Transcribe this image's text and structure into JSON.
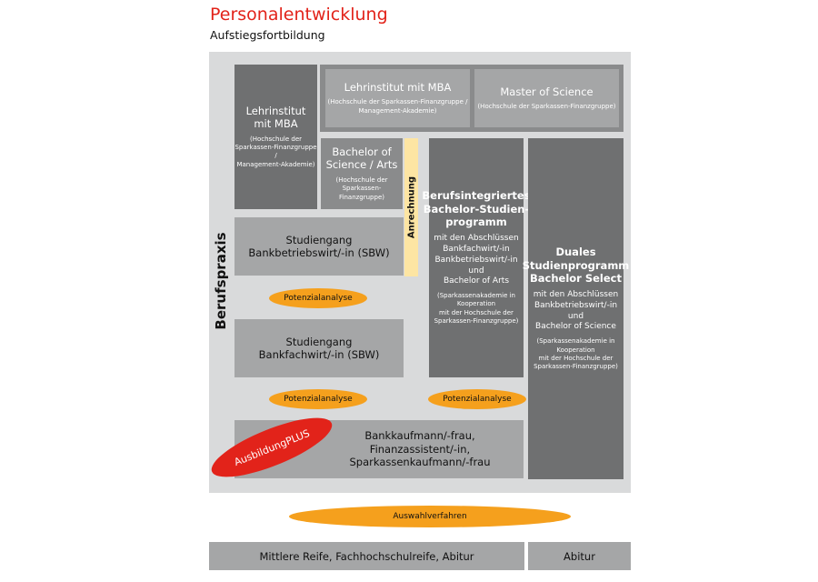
{
  "header": {
    "title": "Personalentwicklung",
    "subtitle": "Aufstiegsfortbildung"
  },
  "side_label": "Berufspraxis",
  "boxes": {
    "lehrinstitut_left": {
      "title": "Lehrinstitut\nmit MBA",
      "sub": "(Hochschule der\nSparkassen-Finanzgruppe /\nManagement-Akademie)"
    },
    "lehrinstitut_top": {
      "title": "Lehrinstitut mit MBA",
      "sub": "(Hochschule der Sparkassen-Finanzgruppe /\nManagement-Akademie)"
    },
    "master": {
      "title": "Master of Science",
      "sub": "(Hochschule der Sparkassen-Finanzgruppe)"
    },
    "bachelor_arts": {
      "title": "Bachelor of\nScience / Arts",
      "sub": "(Hochschule der\nSparkassen-Finanzgruppe)"
    },
    "anrechnung": "Anrechnung",
    "sbw_betriebswirt": {
      "title": "Studiengang\nBankbetriebswirt/-in (SBW)"
    },
    "sbw_fachwirt": {
      "title": "Studiengang\nBankfachwirt/-in (SBW)"
    },
    "berufsintegriert": {
      "title": "Berufsintegriertes\nBachelor-Studien-\nprogramm",
      "body": "mit den Abschlüssen\nBankfachwirt/-in\nBankbetriebswirt/-in\nund\nBachelor of Arts",
      "sub": "(Sparkassenakademie in\nKooperation\nmit der Hochschule der\nSparkassen-Finanzgruppe)"
    },
    "duales": {
      "title": "Duales\nStudienprogramm\nBachelor Select",
      "body": "mit den Abschlüssen\nBankbetriebswirt/-in\nund\nBachelor of Science",
      "sub": "(Sparkassenakademie in\nKooperation\nmit der Hochschule der\nSparkassen-Finanzgruppe)"
    },
    "bankkaufmann": {
      "title": "Bankkaufmann/-frau,\nFinanzassistent/-in,\nSparkassenkaufmann/-frau"
    }
  },
  "ovals": {
    "potenzial_1": "Potenzialanalyse",
    "potenzial_2": "Potenzialanalyse",
    "potenzial_3": "Potenzialanalyse",
    "auswahl": "Auswahlverfahren"
  },
  "badge": "AusbildungPLUS",
  "footer": {
    "left": "Mittlere Reife, Fachhochschulreife, Abitur",
    "right": "Abitur"
  },
  "colors": {
    "accent_red": "#e2231a",
    "oval_orange": "#f5a01d",
    "anrechnung_yellow": "#fde5a3",
    "panel_gray": "#d9dadb"
  }
}
